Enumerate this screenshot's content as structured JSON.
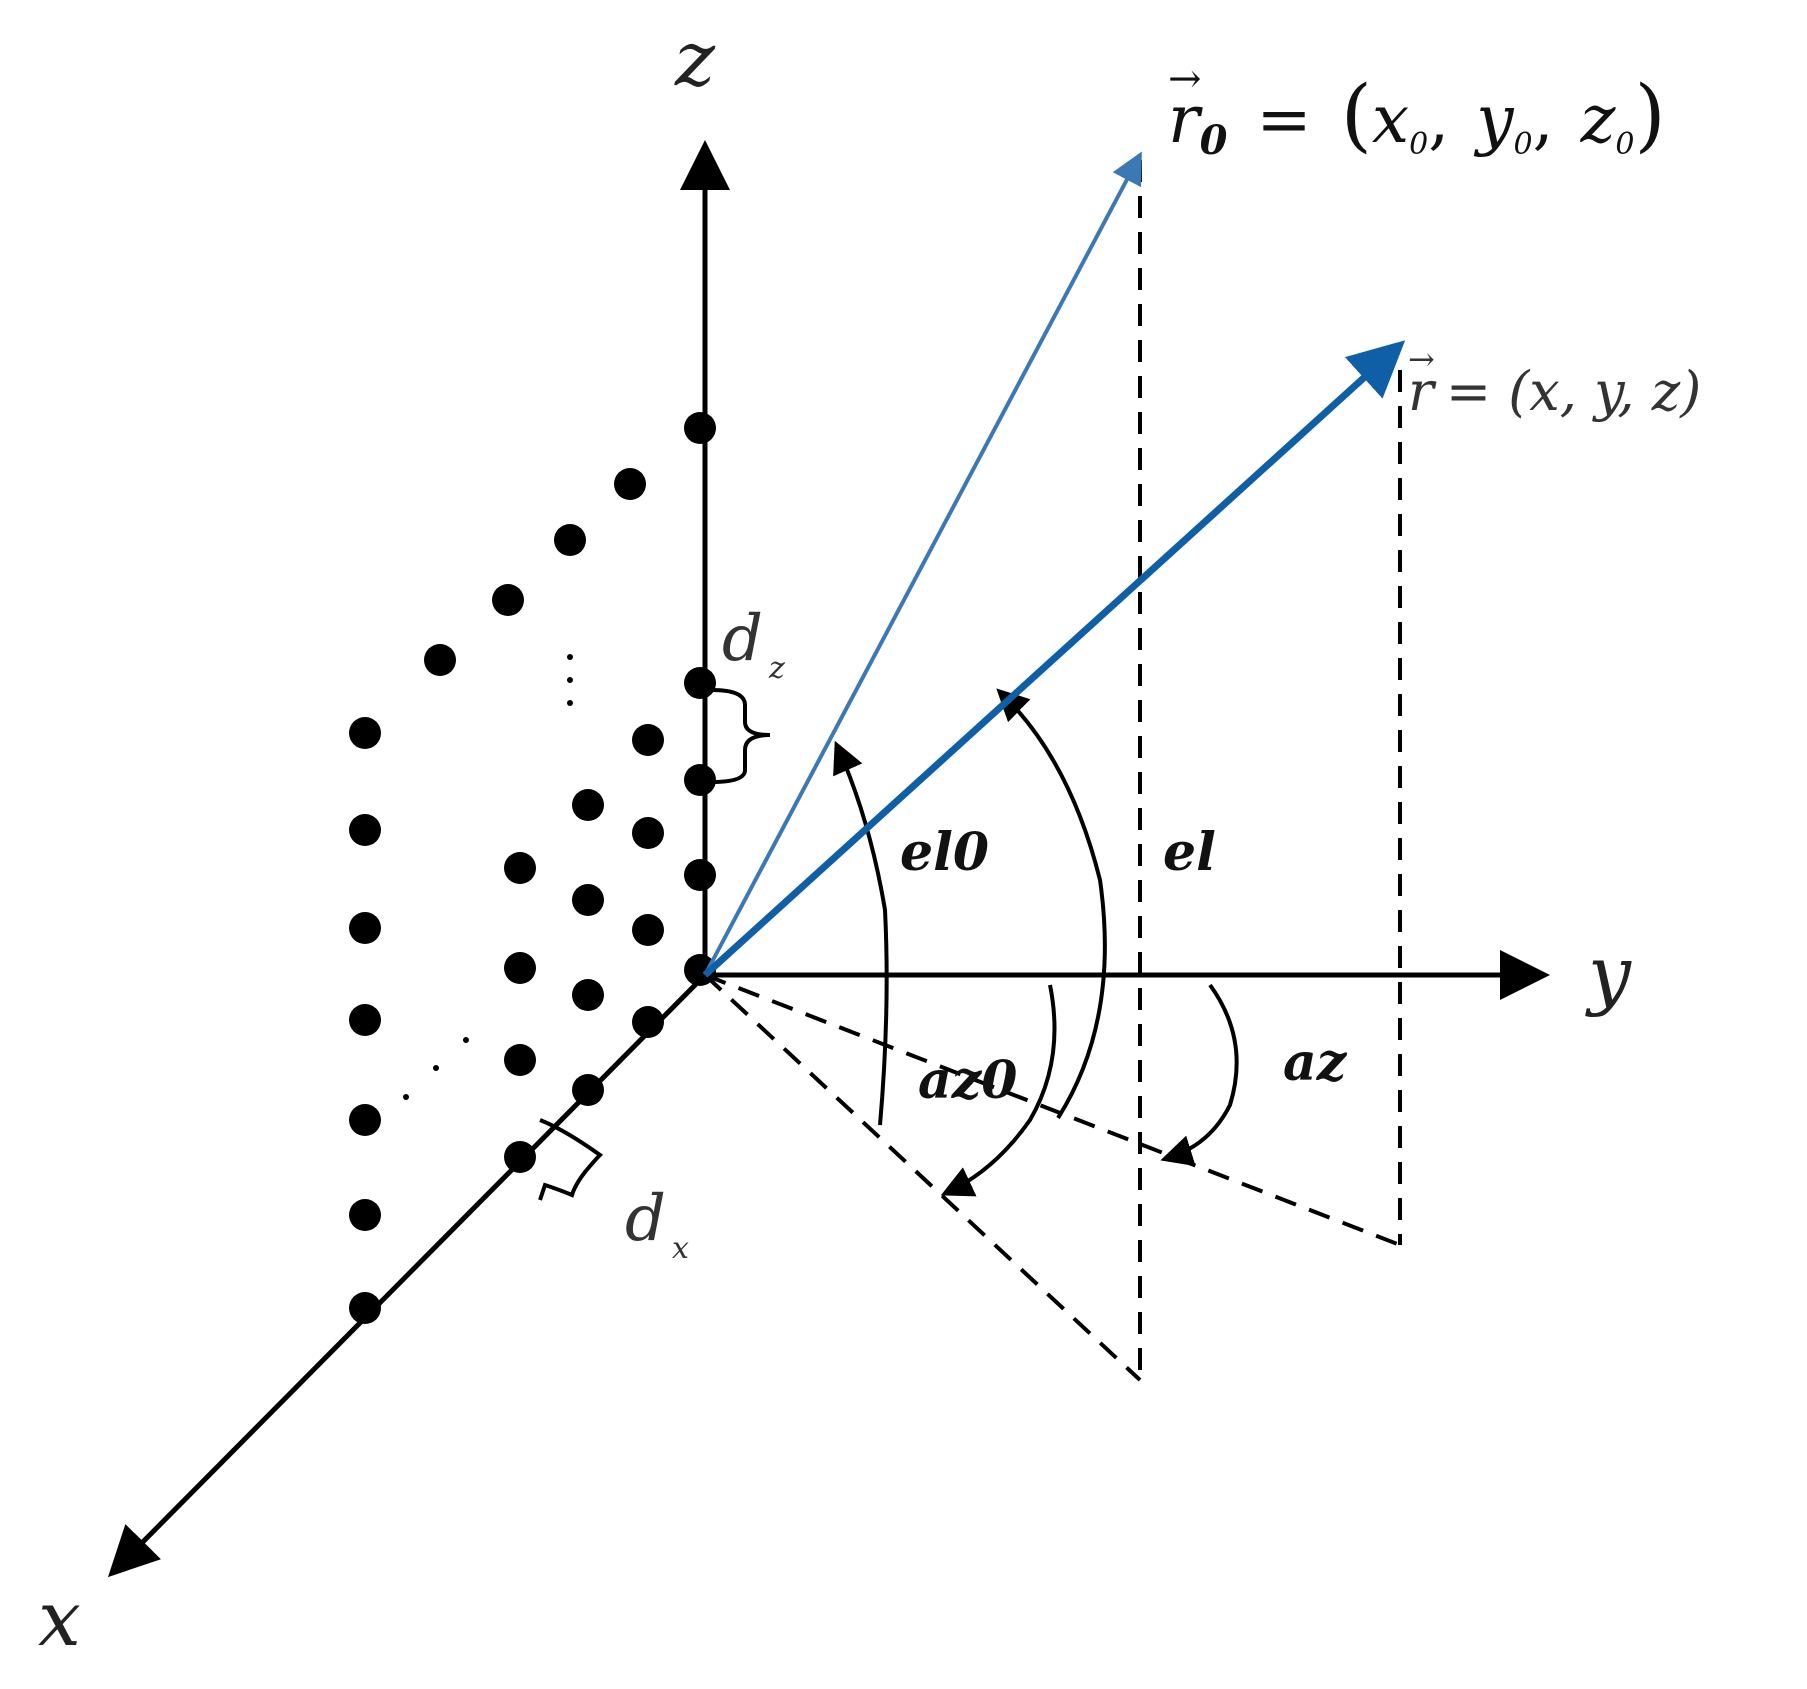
{
  "colors": {
    "axis": "#000000",
    "vector_dark": "#0f5fa6",
    "vector_light": "#3c78b4",
    "dashed": "#000000",
    "dot": "#000000"
  },
  "axes": {
    "x_label": "x",
    "y_label": "y",
    "z_label": "z"
  },
  "spacing": {
    "dz_main": "d",
    "dz_sub": "z",
    "dx_main": "d",
    "dx_sub": "x"
  },
  "angles": {
    "el0": "el0",
    "el": "el",
    "az0": "az0",
    "az": "az"
  },
  "vectors": {
    "r0": {
      "lhs": "r",
      "lhs_sub": "0",
      "equals": "=",
      "open": "(",
      "x": "x",
      "x_sub": "0",
      "sep1": ",",
      "y": "y",
      "y_sub": "0",
      "sep2": ",",
      "z": "z",
      "z_sub": "0",
      "close": ")"
    },
    "r": {
      "lhs": "r",
      "rhs": "= (x, y, z)"
    }
  }
}
